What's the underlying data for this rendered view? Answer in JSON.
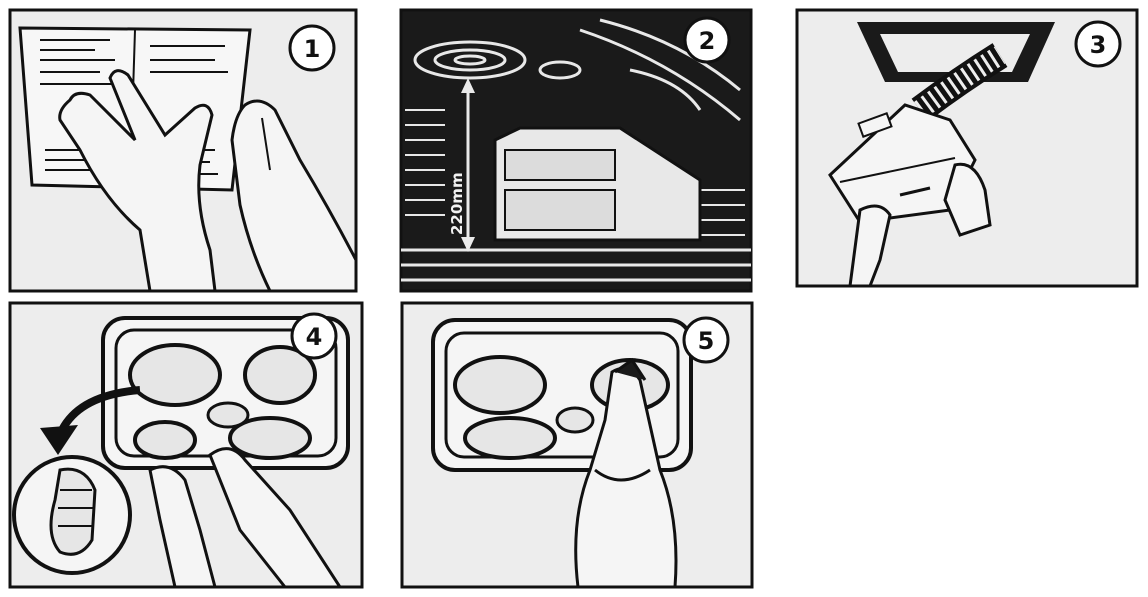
{
  "panels": [
    {
      "number": "1"
    },
    {
      "number": "2",
      "dimension": "220mm"
    },
    {
      "number": "3"
    },
    {
      "number": "4"
    },
    {
      "number": "5"
    }
  ],
  "colors": {
    "ink": "#111111",
    "paper": "#eeeeee",
    "dark": "#1a1a1a"
  }
}
